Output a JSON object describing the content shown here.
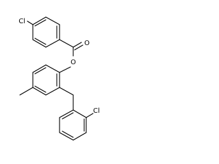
{
  "molecule": {
    "atoms": {
      "cl_top": "Cl",
      "ester_o_carbonyl": "O",
      "ester_o_link": "O",
      "cl_bottom": "Cl"
    }
  }
}
